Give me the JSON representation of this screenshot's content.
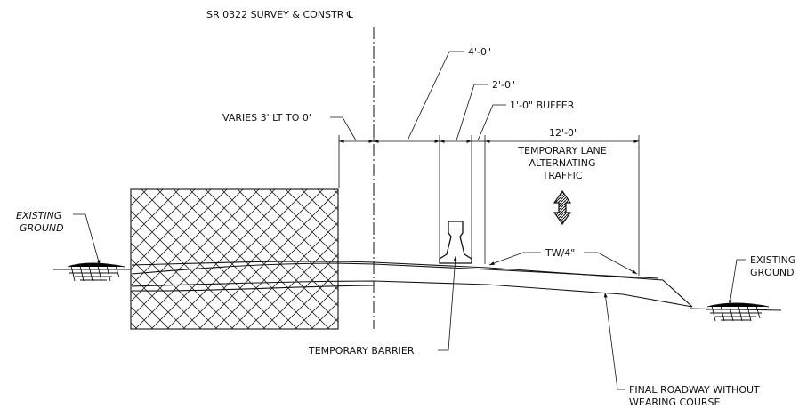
{
  "labels": {
    "centerline": "SR 0322 SURVEY & CONSTR ℄",
    "dim_4ft": "4'-0\"",
    "dim_2ft": "2'-0\"",
    "buffer": "1'-0\" BUFFER",
    "varies": "VARIES 3' LT TO 0'",
    "dim_12ft": "12'-0\"",
    "lane_line1": "TEMPORARY LANE",
    "lane_line2": "ALTERNATING",
    "lane_line3": "TRAFFIC",
    "existing_ground_left_1": "EXISTING",
    "existing_ground_left_2": "GROUND",
    "existing_ground_right_1": "EXISTING",
    "existing_ground_right_2": "GROUND",
    "tw": "TW/4\"",
    "temp_barrier": "TEMPORARY BARRIER",
    "final_roadway_1": "FINAL ROADWAY WITHOUT",
    "final_roadway_2": "WEARING COURSE"
  },
  "icons": {
    "traffic_arrow": "double-headed-vertical-arrow-icon",
    "ground_hatch": "ground-hatch-icon",
    "excavation_hatch": "crosshatch-pattern"
  }
}
